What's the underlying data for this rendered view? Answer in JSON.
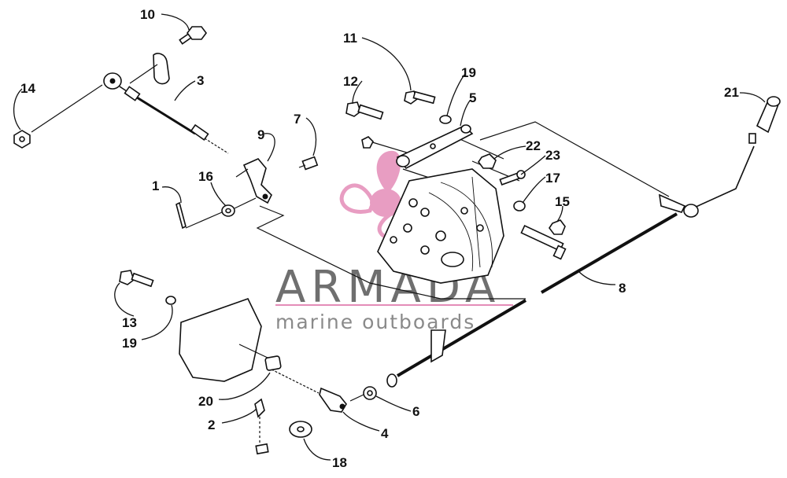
{
  "watermark": {
    "brand": "ARMADA",
    "tagline": "marine outboards",
    "logo_icon": "propeller-logo-icon",
    "logo_color": "#e48cb8",
    "text_color": "#6f6f6f"
  },
  "labels": {
    "p1": "1",
    "p2": "2",
    "p3": "3",
    "p4": "4",
    "p5": "5",
    "p6": "6",
    "p7": "7",
    "p8": "8",
    "p9": "9",
    "p10": "10",
    "p11": "11",
    "p12": "12",
    "p13": "13",
    "p14": "14",
    "p15": "15",
    "p16": "16",
    "p17": "17",
    "p18": "18",
    "p19a": "19",
    "p19b": "19",
    "p20": "20",
    "p21": "21",
    "p22": "22",
    "p23": "23"
  }
}
